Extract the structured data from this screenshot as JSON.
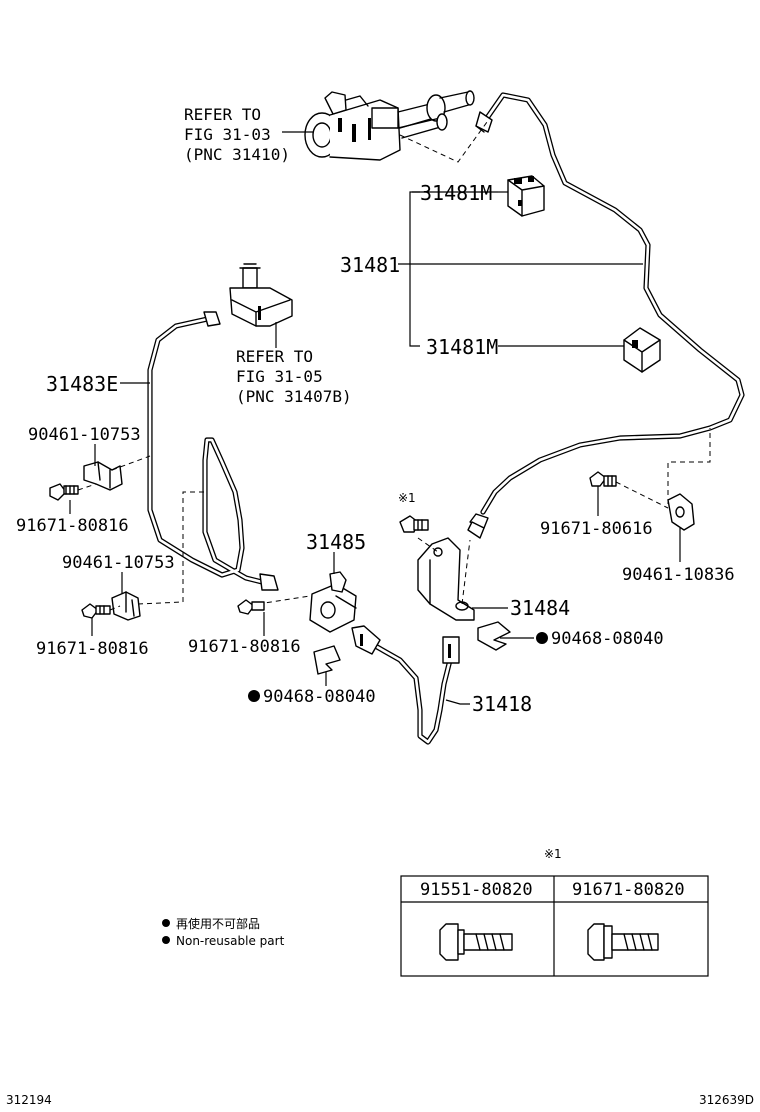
{
  "refs": {
    "ref1": {
      "line1": "REFER TO",
      "line2": "FIG 31-03",
      "line3": "(PNC 31410)"
    },
    "ref2": {
      "line1": "REFER TO",
      "line2": "FIG 31-05",
      "line3": "(PNC 31407B)"
    }
  },
  "labels": {
    "p31481M_top": "31481M",
    "p31481": "31481",
    "p31481M_bottom": "31481M",
    "p31483E": "31483E",
    "p90461_10753_a": "90461-10753",
    "p91671_80816_a": "91671-80816",
    "p90461_10753_b": "90461-10753",
    "p91671_80816_b": "91671-80816",
    "p31485": "31485",
    "p91671_80816_c": "91671-80816",
    "p90468_08040_left": "90468-08040",
    "p31418": "31418",
    "p31484": "31484",
    "p90468_08040_right": "90468-08040",
    "p91671_80616": "91671-80616",
    "p90461_10836": "90461-10836",
    "mark1": "※1"
  },
  "table": {
    "mark": "※1",
    "headers": [
      "91551-80820",
      "91671-80820"
    ]
  },
  "legend": {
    "jp": "再使用不可部品",
    "en": "Non-reusable part"
  },
  "footer": {
    "left": "312194",
    "right": "312639D"
  },
  "colors": {
    "line": "#000000",
    "background": "#ffffff"
  }
}
